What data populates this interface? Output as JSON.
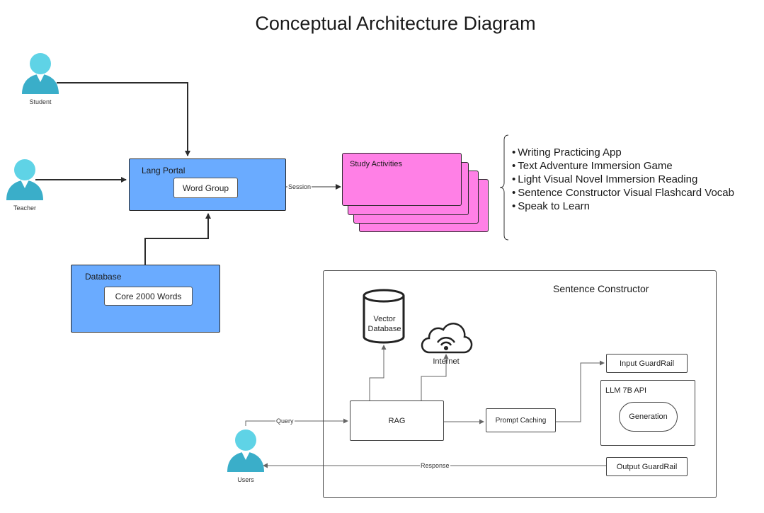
{
  "title": "Conceptual Architecture Diagram",
  "actors": {
    "student": "Student",
    "teacher": "Teacher",
    "users": "Users"
  },
  "lang_portal": {
    "title": "Lang Portal",
    "word_group": "Word Group"
  },
  "database": {
    "title": "Database",
    "core": "Core 2000 Words"
  },
  "study_activities": {
    "title": "Study Activities",
    "items": [
      "Writing Practicing App",
      "Text Adventure Immersion Game",
      "Light Visual Novel Immersion Reading",
      "Sentence Constructor Visual Flashcard Vocab",
      "Speak to Learn"
    ]
  },
  "edges": {
    "session": "Session",
    "query": "Query",
    "response": "Response"
  },
  "sentence_constructor": {
    "title": "Sentence Constructor",
    "vector_db": "Vector Database",
    "internet": "Internet",
    "rag": "RAG",
    "prompt_caching": "Prompt Caching",
    "input_guardrail": "Input GuardRail",
    "llm_api": "LLM 7B API",
    "generation": "Generation",
    "output_guardrail": "Output GuardRail"
  },
  "colors": {
    "portal_blue": "#6aabff",
    "pink": "#ff80e6",
    "actor_teal": "#4fc3d9"
  }
}
